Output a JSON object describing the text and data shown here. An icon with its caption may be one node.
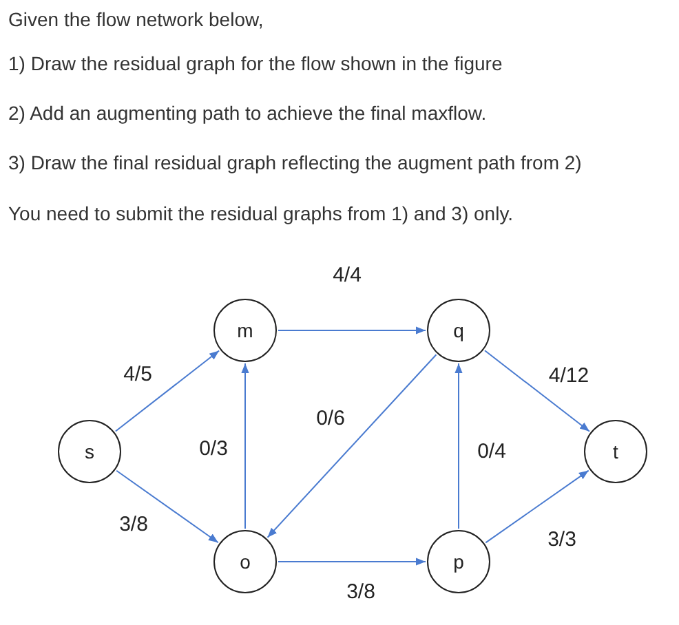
{
  "diagram": {
    "nodes": [
      {
        "text": [
          "s"
        ]
      },
      {
        "text": [
          "m"
        ]
      },
      {
        "text": [
          "q"
        ]
      },
      {
        "text": [
          "t"
        ]
      },
      {
        "text": [
          "o"
        ]
      },
      {
        "text": [
          "p"
        ]
      }
    ],
    "edges": [
      {
        "from": 0,
        "to": 1,
        "arrow": "to",
        "label": "4/5"
      },
      {
        "from": 1,
        "to": 2,
        "arrow": "to",
        "label": "4/4"
      },
      {
        "from": 0,
        "to": 4,
        "arrow": "to",
        "label": "3/8"
      },
      {
        "from": 4,
        "to": 1,
        "arrow": "to",
        "label": "0/3"
      },
      {
        "from": 2,
        "to": 4,
        "arrow": "to",
        "label": "0/6"
      },
      {
        "from": 5,
        "to": 2,
        "arrow": "to",
        "label": "0/4"
      },
      {
        "from": 2,
        "to": 3,
        "arrow": "to",
        "label": "4/12"
      },
      {
        "from": 4,
        "to": 5,
        "arrow": "to",
        "label": "3/8"
      },
      {
        "from": 5,
        "to": 3,
        "arrow": "to",
        "label": "3/3"
      }
    ],
    "labels": [
      "Given the flow network below,",
      "1) Draw the residual graph for the flow shown in the figure",
      "2) Add an augmenting path to achieve the final maxflow.",
      "3) Draw the final residual graph reflecting the augment path from 2)",
      "You need to submit the residual graphs from 1) and 3) only."
    ]
  }
}
